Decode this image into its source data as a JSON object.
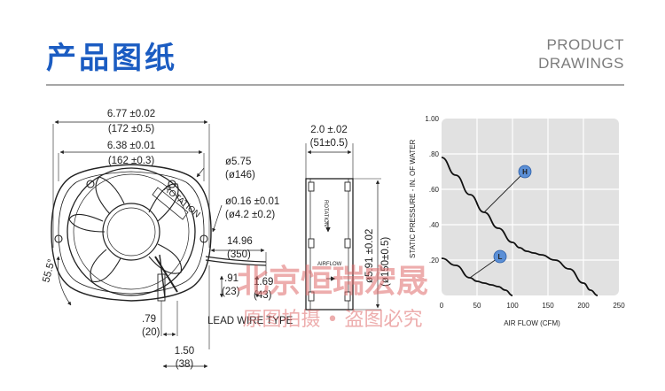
{
  "header": {
    "title_cn": "产品图纸",
    "title_en_line1": "PRODUCT",
    "title_en_line2": "DRAWINGS"
  },
  "front_view": {
    "overall_width": "6.77 ±0.02",
    "overall_width_mm": "(172 ±0.5)",
    "hole_spacing": "6.38 ±0.01",
    "hole_spacing_mm": "(162 ±0.3)",
    "outer_dia": "ø5.75",
    "outer_dia_mm": "(ø146)",
    "hole_dia": "ø0.16 ±0.01",
    "hole_dia_mm": "(ø4.2 ±0.2)",
    "rotation_label": "ROTATION",
    "angle": "55.5°",
    "lead_length": "14.96",
    "lead_length_mm": "(350)",
    "d_091": ".91",
    "d_091_mm": "(23)",
    "d_169": "1.69",
    "d_169_mm": "(43)",
    "d_079": ".79",
    "d_079_mm": "(20)",
    "d_150": "1.50",
    "d_150_mm": "(38)",
    "lead_wire_type": "LEAD WIRE TYPE"
  },
  "side_view": {
    "thickness": "2.0 ±.02",
    "thickness_mm": "(51±0.5)",
    "height": "ø5.91 ±0.02",
    "height_mm": "(ø150±0.5)",
    "rotation_label": "ROTATION",
    "airflow_label": "AIRFLOW"
  },
  "chart_data": {
    "type": "line",
    "ylabel": "STATIC PRESSURE - IN. OF WATER",
    "xlabel": "AIR FLOW (CFM)",
    "xlim": [
      0,
      250
    ],
    "ylim": [
      0,
      1.0
    ],
    "x_ticks": [
      "0",
      "50",
      "100",
      "150",
      "200",
      "250"
    ],
    "y_ticks": [
      ".20",
      ".40",
      ".60",
      ".80",
      "1.00"
    ],
    "grid": true,
    "series": [
      {
        "name": "H",
        "x": [
          0,
          20,
          40,
          60,
          80,
          100,
          110,
          120,
          130,
          140,
          160,
          180,
          200,
          210,
          220
        ],
        "y": [
          0.78,
          0.68,
          0.57,
          0.47,
          0.38,
          0.3,
          0.27,
          0.25,
          0.24,
          0.23,
          0.2,
          0.15,
          0.07,
          0.03,
          0.0
        ]
      },
      {
        "name": "L",
        "x": [
          0,
          20,
          40,
          50,
          60,
          70,
          80,
          90,
          100
        ],
        "y": [
          0.21,
          0.17,
          0.1,
          0.08,
          0.07,
          0.06,
          0.05,
          0.03,
          0.0
        ]
      }
    ],
    "colors": {
      "plot_bg": "#e1e1e1",
      "line": "#111111",
      "marker": "#5b8fd6"
    }
  },
  "watermark": {
    "line1": "北京恒瑞宏晟",
    "line2": "原图拍摄 • 盗图必究"
  }
}
